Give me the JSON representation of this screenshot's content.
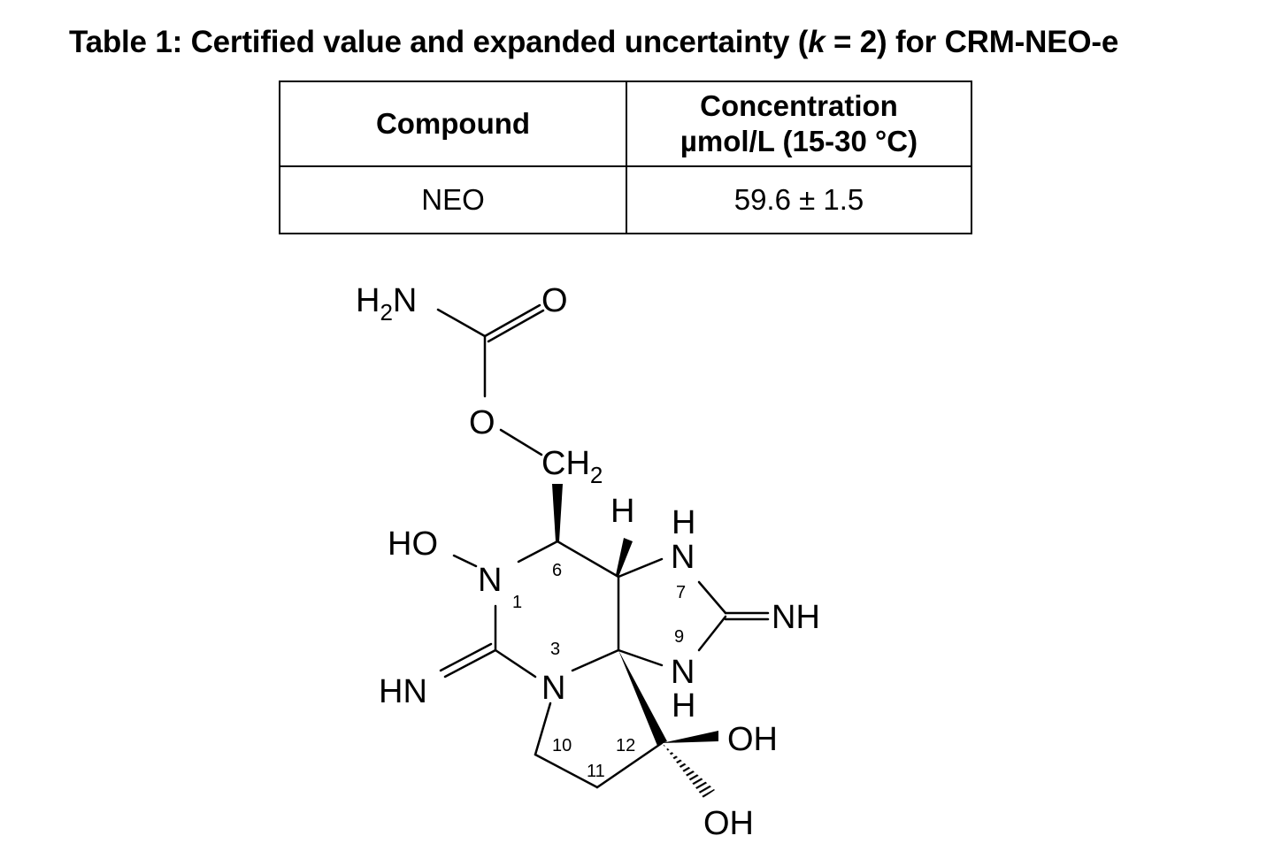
{
  "title": {
    "before": "Table 1: Certified value and expanded uncertainty (",
    "k": "k",
    "after": " = 2) for CRM-NEO-e"
  },
  "table": {
    "headers": {
      "compound": "Compound",
      "concentration_line1": "Concentration",
      "concentration_line2": "µmol/L (15-30 °C)"
    },
    "rows": [
      {
        "compound": "NEO",
        "concentration": "59.6 ± 1.5"
      }
    ]
  },
  "structure": {
    "labels": {
      "h2n": "H",
      "h2n_sub": "2",
      "h2n_n": "N",
      "o_carbonyl": "O",
      "o_ester": "O",
      "ch2": "CH",
      "ch2_sub": "2",
      "h_top": "H",
      "ho": "HO",
      "n1": "N",
      "n1_num": "1",
      "c6_num": "6",
      "nh7_h": "H",
      "nh7_n": "N",
      "n7_num": "7",
      "nh_right": "NH",
      "n9_num": "9",
      "nh9_n": "N",
      "nh9_h": "H",
      "n3_num": "3",
      "n3": "N",
      "hn": "HN",
      "c10_num": "10",
      "c12_num": "12",
      "c11_num": "11",
      "oh1": "OH",
      "oh2": "OH"
    }
  }
}
